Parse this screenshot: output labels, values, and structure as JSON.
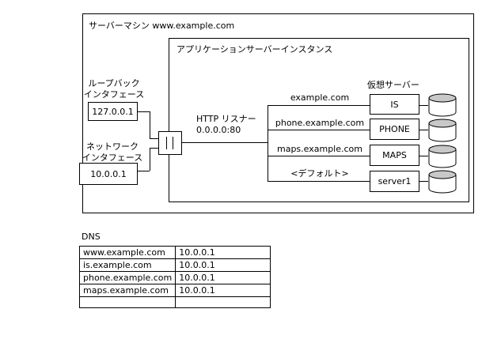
{
  "server_machine": {
    "title": "サーバーマシン www.example.com"
  },
  "app_instance": {
    "title": "アプリケーションサーバーインスタンス"
  },
  "loopback": {
    "label_line1": "ループバック",
    "label_line2": "インタフェース",
    "address": "127.0.0.1"
  },
  "network": {
    "label_line1": "ネットワーク",
    "label_line2": "インタフェース",
    "address": "10.0.0.1"
  },
  "listener": {
    "label": "HTTP リスナー",
    "address": "0.0.0.0:80"
  },
  "virtual_servers": {
    "title": "仮想サーバー",
    "routes": [
      {
        "host": "example.com",
        "server": "IS"
      },
      {
        "host": "phone.example.com",
        "server": "PHONE"
      },
      {
        "host": "maps.example.com",
        "server": "MAPS"
      },
      {
        "host": "<デフォルト>",
        "server": "server1"
      }
    ]
  },
  "dns": {
    "title": "DNS",
    "rows": [
      {
        "host": "www.example.com",
        "ip": "10.0.0.1"
      },
      {
        "host": "is.example.com",
        "ip": "10.0.0.1"
      },
      {
        "host": "phone.example.com",
        "ip": "10.0.0.1"
      },
      {
        "host": "maps.example.com",
        "ip": "10.0.0.1"
      },
      {
        "host": "",
        "ip": ""
      }
    ]
  }
}
